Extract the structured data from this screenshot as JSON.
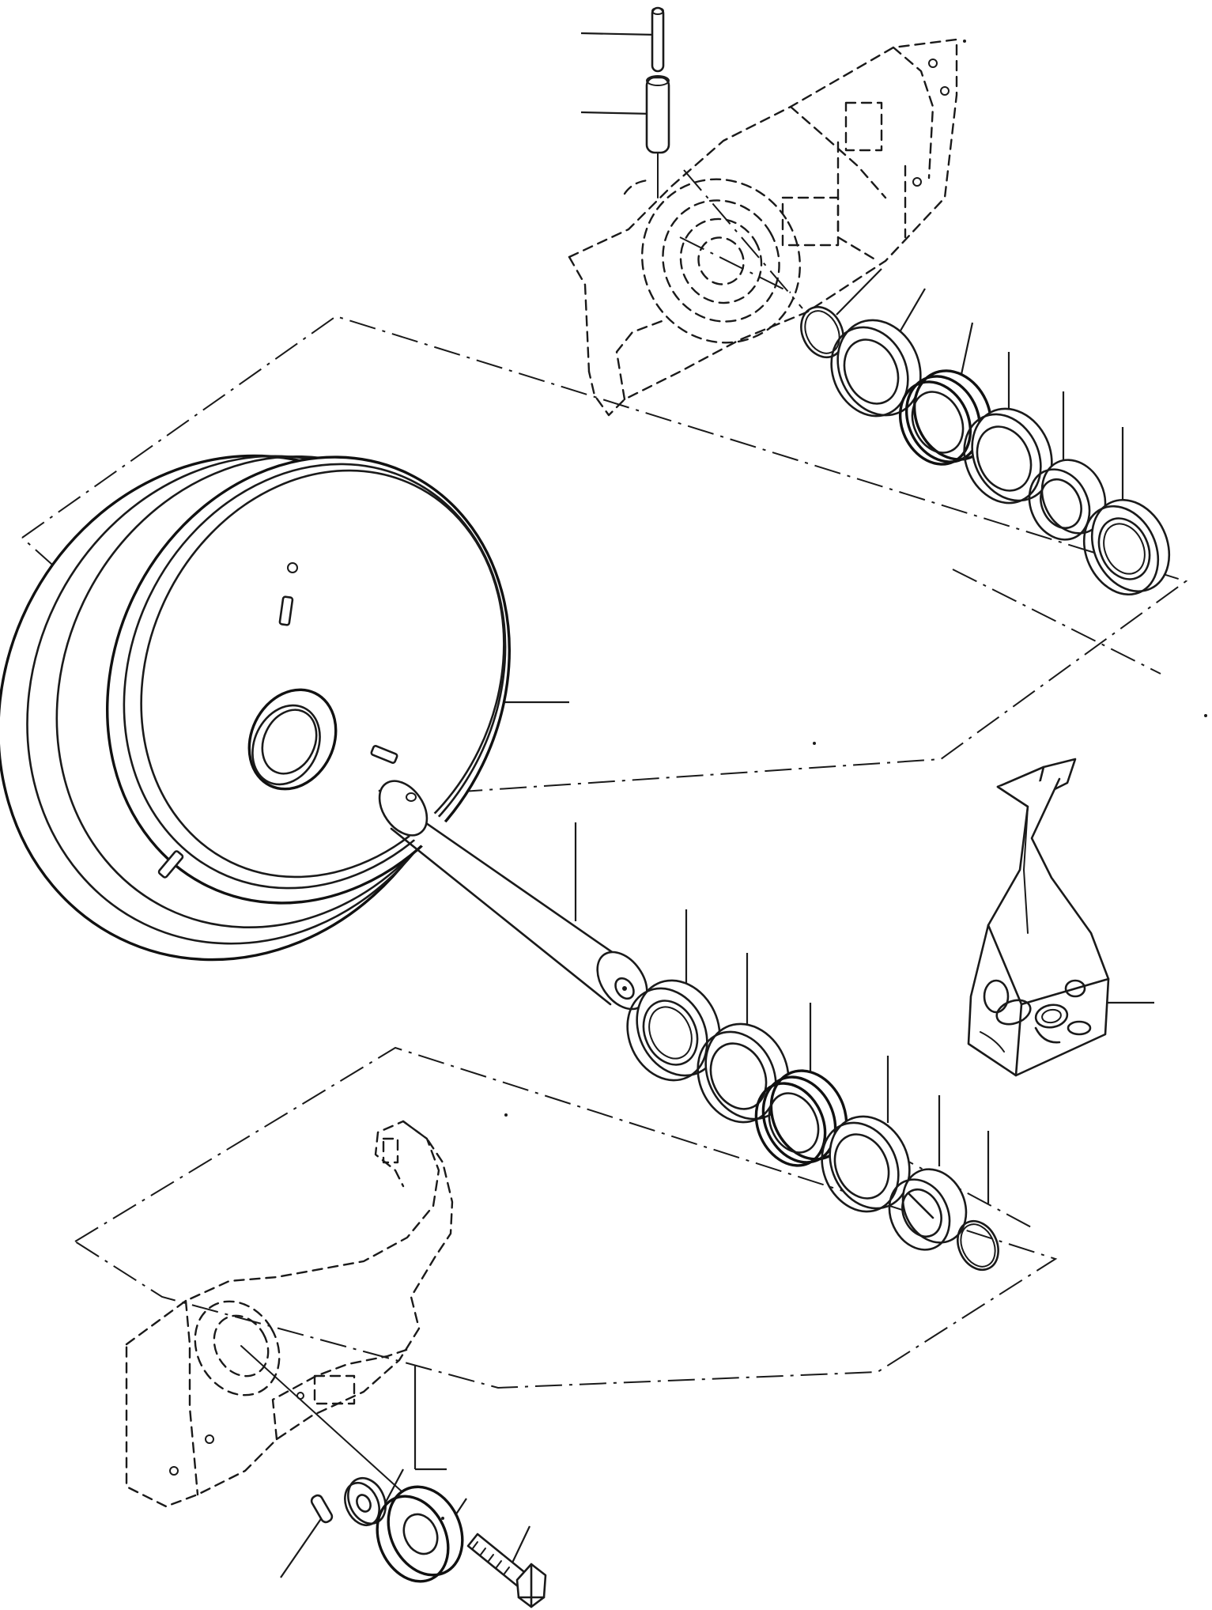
{
  "diagram": {
    "type": "exploded-parts-view",
    "parts": [
      {
        "id": "pin-small"
      },
      {
        "id": "pin-large"
      },
      {
        "id": "upper-bracket"
      },
      {
        "id": "upper-o-ring"
      },
      {
        "id": "upper-seal-ring"
      },
      {
        "id": "upper-floating-seal"
      },
      {
        "id": "upper-seal-ring-2"
      },
      {
        "id": "upper-bushing"
      },
      {
        "id": "upper-collar"
      },
      {
        "id": "idler-wheel"
      },
      {
        "id": "idler-shaft"
      },
      {
        "id": "lower-collar"
      },
      {
        "id": "lower-seal-ring"
      },
      {
        "id": "lower-floating-seal"
      },
      {
        "id": "lower-seal-ring-2"
      },
      {
        "id": "lower-bushing"
      },
      {
        "id": "lower-o-ring"
      },
      {
        "id": "seal-kit-bag"
      },
      {
        "id": "lower-bracket"
      },
      {
        "id": "lower-pin"
      },
      {
        "id": "lower-washer"
      },
      {
        "id": "lower-plate"
      },
      {
        "id": "lower-bolt"
      }
    ]
  }
}
